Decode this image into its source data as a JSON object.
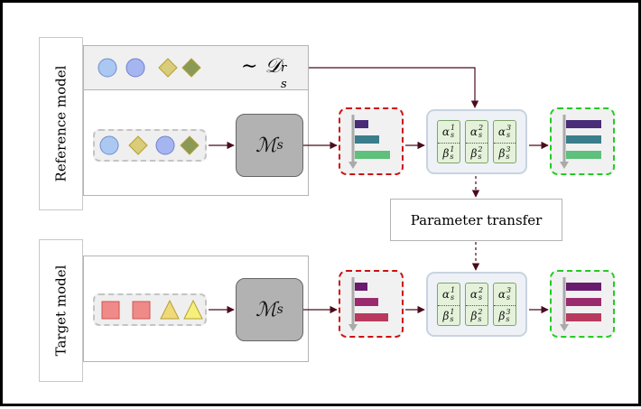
{
  "reference": {
    "label": "Reference model",
    "distribution_prefix": "∼",
    "distribution_symbol": "𝒟",
    "distribution_sub": "s",
    "distribution_sup": "r",
    "model_symbol": "ℳ",
    "model_sub": "s",
    "hist_bars": [
      0.35,
      0.62,
      0.88
    ],
    "output_bars": [
      0.88,
      0.88,
      0.88
    ]
  },
  "target": {
    "label": "Target model",
    "model_symbol": "ℳ",
    "model_sub": "s",
    "hist_bars": [
      0.32,
      0.6,
      0.85
    ],
    "output_bars": [
      0.88,
      0.88,
      0.88
    ]
  },
  "params": [
    {
      "alpha": "α",
      "beta": "β",
      "sub": "s",
      "sup": "1"
    },
    {
      "alpha": "α",
      "beta": "β",
      "sub": "s",
      "sup": "2"
    },
    {
      "alpha": "α",
      "beta": "β",
      "sub": "s",
      "sup": "3"
    }
  ],
  "transfer_label": "Parameter transfer",
  "colors": {
    "circle_fill": "#aac8f2",
    "circle_fill_alt": "#a5b5f0",
    "diamond_fill": "#d9cc7a",
    "diamond_fill_dark": "#8a9a55",
    "square_fill": "#f08a88",
    "triangle_fill": "#efd978",
    "triangle_fill_light": "#f5f07a",
    "ref_bars": [
      "#4a2d78",
      "#3a7d8c",
      "#5ec07a"
    ],
    "tgt_bars": [
      "#6a1b6e",
      "#9a2a6e",
      "#b83a5e"
    ],
    "arrow": "#4a0c1c",
    "red_dash": "#cc1111",
    "green_dash": "#22cc22"
  }
}
